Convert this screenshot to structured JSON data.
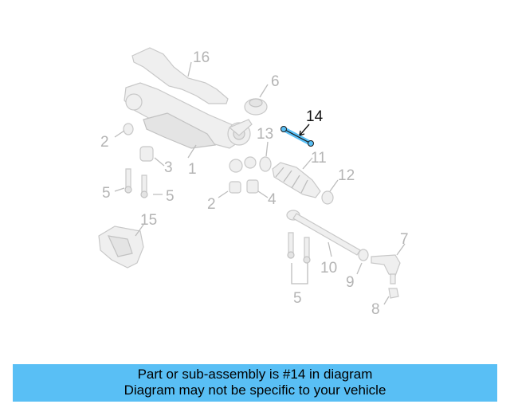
{
  "diagram": {
    "highlighted_part": "14",
    "highlight_color": "#59bff5",
    "labels": [
      "16",
      "6",
      "14",
      "13",
      "2",
      "3",
      "1",
      "11",
      "12",
      "5",
      "5",
      "2",
      "4",
      "15",
      "7",
      "10",
      "9",
      "5",
      "8"
    ]
  },
  "banner": {
    "line1": "Part or sub-assembly is #14 in diagram",
    "line2": "Diagram may not be specific to your vehicle",
    "background": "#59bff5"
  }
}
